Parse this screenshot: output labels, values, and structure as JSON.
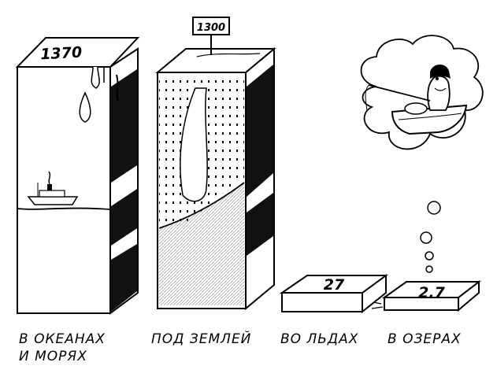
{
  "chart_data": {
    "type": "bar",
    "categories": [
      {
        "lines": [
          "В ОКЕАНАХ",
          "И МОРЯХ"
        ]
      },
      {
        "lines": [
          "ПОД ЗЕМЛЕЙ"
        ]
      },
      {
        "lines": [
          "ВО ЛЬДАХ"
        ]
      },
      {
        "lines": [
          "В ОЗЕРАХ"
        ]
      }
    ],
    "values": [
      1370,
      1300,
      27,
      2.7
    ],
    "value_labels": [
      "1370",
      "1300",
      "27",
      "2.7"
    ],
    "title": "",
    "xlabel": "",
    "ylabel": ""
  },
  "colors": {
    "ink": "#000000",
    "paper": "#ffffff",
    "shade": "#1a1a1a"
  },
  "icons": [
    "ship-icon",
    "fisherman-boat-icon",
    "thought-bubble-icon",
    "sign-post-icon"
  ]
}
